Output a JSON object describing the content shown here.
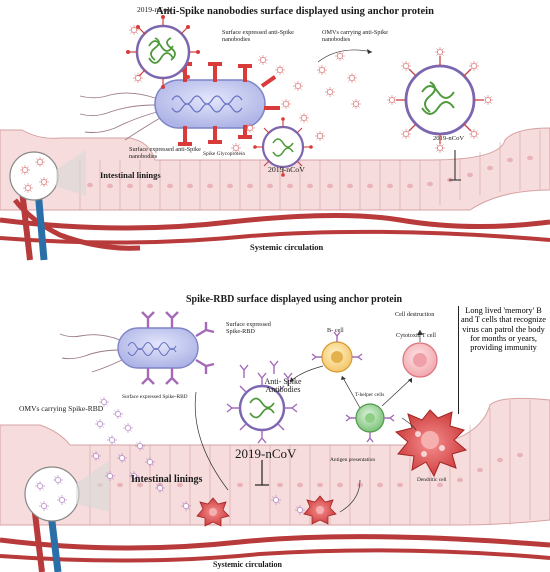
{
  "top": {
    "title": "Anti-Spike nanobodies surface displayed using anchor protein",
    "virus_label_1": "2019-nCoV",
    "virus_label_2": "2019-nCoV",
    "virus_label_3": "2019-nCoV",
    "surface_nanobodies_a": "Surface expressed anti-Spike nanobodies",
    "surface_nanobodies_b": "Surface expressed anti-Spike nanobodies",
    "spike_glyco": "Spike Glycoprotein",
    "omvs_nanobodies": "OMVs carrying anti-Spike nanobodies",
    "intestinal": "Intestinal linings",
    "systemic": "Systemic circulation"
  },
  "bottom": {
    "title": "Spike-RBD surface displayed using anchor protein",
    "surface_rbd_a": "Surface expressed Spike-RBD",
    "surface_rbd_b": "Surface expressed Spike-RBD",
    "omvs_rbd": "OMVs carrying Spike-RBD",
    "b_cell": "B- cell",
    "cell_destruction": "Cell destruction",
    "cytotoxic": "Cytotoxic T cell",
    "anti_spike_ab": "Anti- Spike Antibodies",
    "t_helper": "T-helper cells",
    "virus_label": "2019-nCoV",
    "antigen_presentation": "Antigen presentation",
    "dendritic": "Dendritic cell",
    "intestinal": "Intestinal linings",
    "systemic": "Systemic circulation",
    "memory_note": "Long lived 'memory' B and T cells that recognize virus can patrol the body for months or years, providing immunity"
  },
  "colors": {
    "lining": "#f6dcdc",
    "lining_stroke": "#d7a3a3",
    "vessel_red": "#b83a3a",
    "vessel_blue": "#2b6fa8",
    "bacterium": "#c9cdf2",
    "spike_red": "#d93a3a",
    "virus_green": "#4f9a3a"
  }
}
